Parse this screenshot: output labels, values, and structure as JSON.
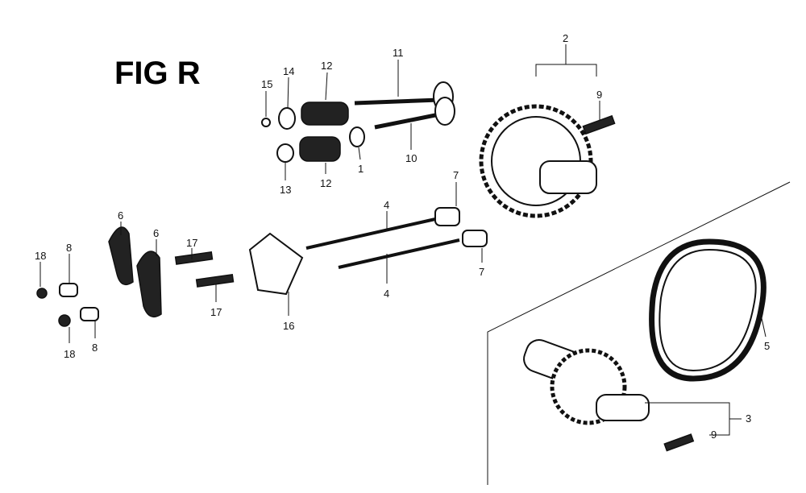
{
  "figure_title": "FIG R",
  "callouts": {
    "c15": "15",
    "c14": "14",
    "c12a": "12",
    "c11": "11",
    "c13": "13",
    "c12b": "12",
    "c1": "1",
    "c10": "10",
    "c2": "2",
    "c9a": "9",
    "c7a": "7",
    "c7b": "7",
    "c4a": "4",
    "c4b": "4",
    "c6a": "6",
    "c6b": "6",
    "c17a": "17",
    "c17b": "17",
    "c18a": "18",
    "c8a": "8",
    "c18b": "18",
    "c8b": "8",
    "c16": "16",
    "c5": "5",
    "c3": "3",
    "c9b": "9"
  }
}
